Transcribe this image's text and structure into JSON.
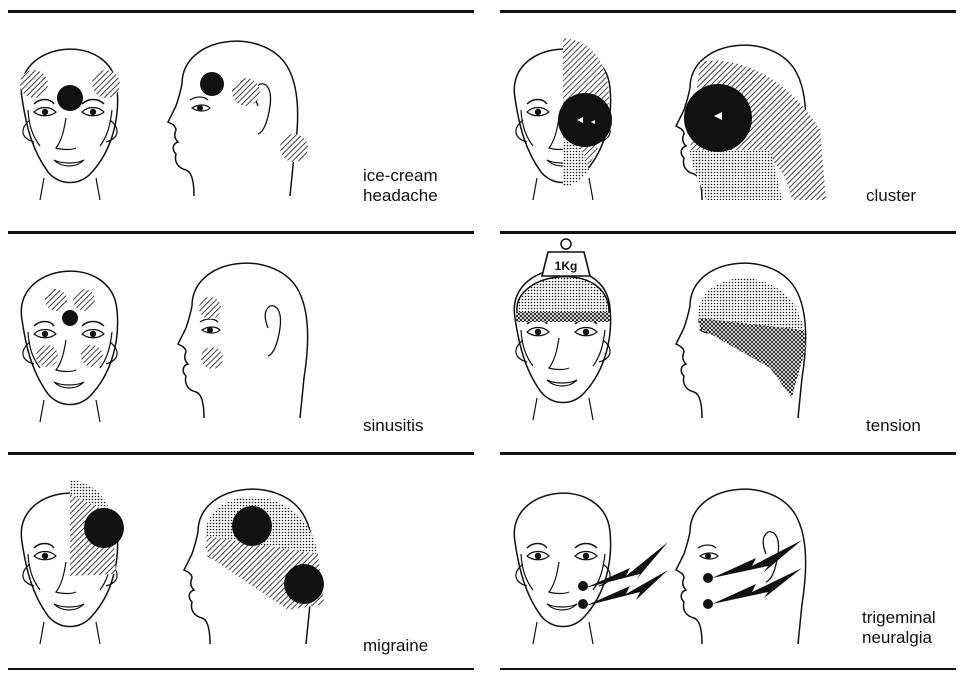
{
  "panels": [
    {
      "id": "ice-cream",
      "label_lines": [
        "ice-cream",
        "headache"
      ]
    },
    {
      "id": "cluster",
      "label_lines": [
        "cluster"
      ]
    },
    {
      "id": "sinusitis",
      "label_lines": [
        "sinusitis"
      ]
    },
    {
      "id": "tension",
      "label_lines": [
        "tension"
      ],
      "weight_label": "1Kg"
    },
    {
      "id": "migraine",
      "label_lines": [
        "migraine"
      ]
    },
    {
      "id": "trigeminal",
      "label_lines": [
        "trigeminal",
        "neuralgia"
      ]
    }
  ],
  "colors": {
    "ink": "#111111",
    "paper": "#ffffff"
  }
}
